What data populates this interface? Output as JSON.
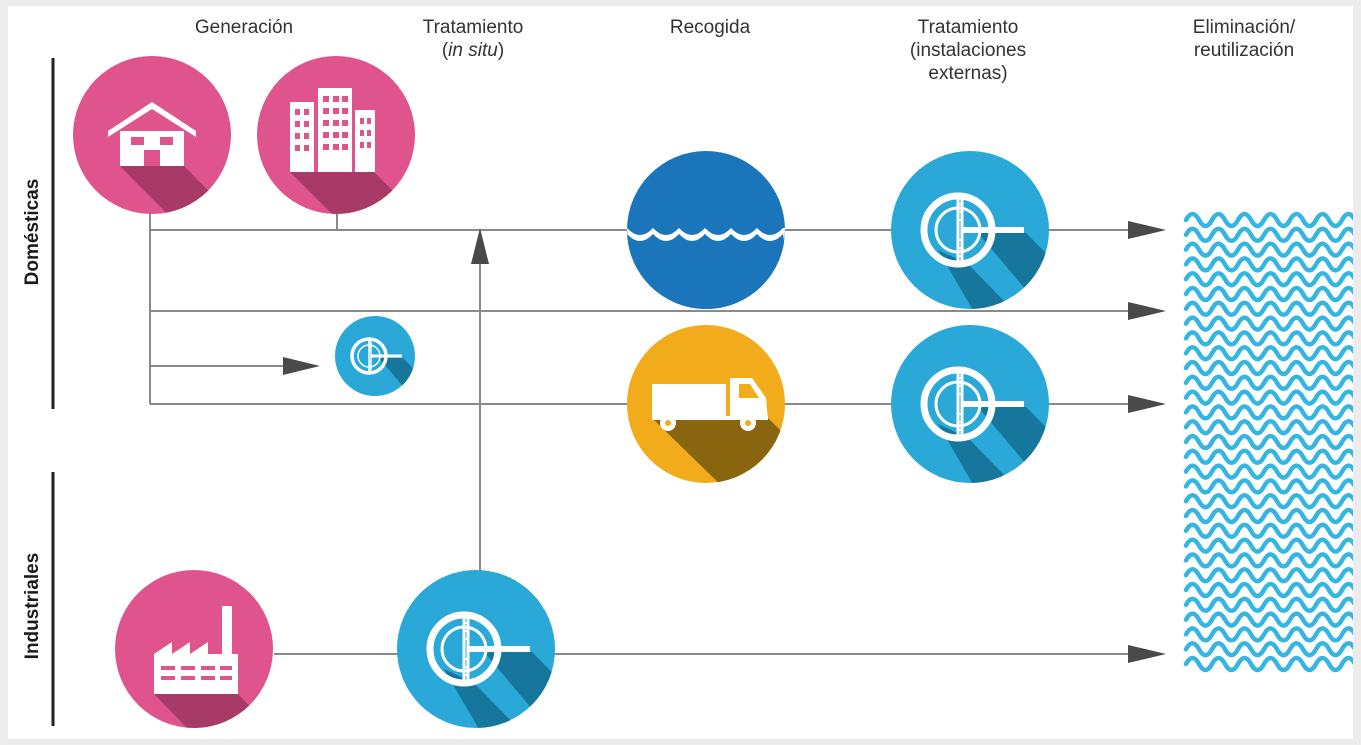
{
  "columns": {
    "generation": "Generación",
    "onsite_line1": "Tratamiento",
    "onsite_line2": "in situ",
    "collection": "Recogida",
    "offsite_line1": "Tratamiento",
    "offsite_line2": "(instalaciones",
    "offsite_line3": "externas)",
    "disposal_line1": "Eliminación/",
    "disposal_line2": "reutilización"
  },
  "rows": {
    "domestic": "Domésticas",
    "industrial": "Industriales"
  },
  "colors": {
    "pink": "#e0548e",
    "blue_light": "#2aa8d8",
    "blue_dark": "#1b75bb",
    "yellow": "#f2ac1b",
    "line": "#8a8a8a",
    "arrow": "#4a4a4a",
    "water": "#35b6e2"
  },
  "icons": [
    "house-icon",
    "apartment-building-icon",
    "factory-icon",
    "sewer-water-icon",
    "truck-icon",
    "treatment-plant-icon"
  ]
}
